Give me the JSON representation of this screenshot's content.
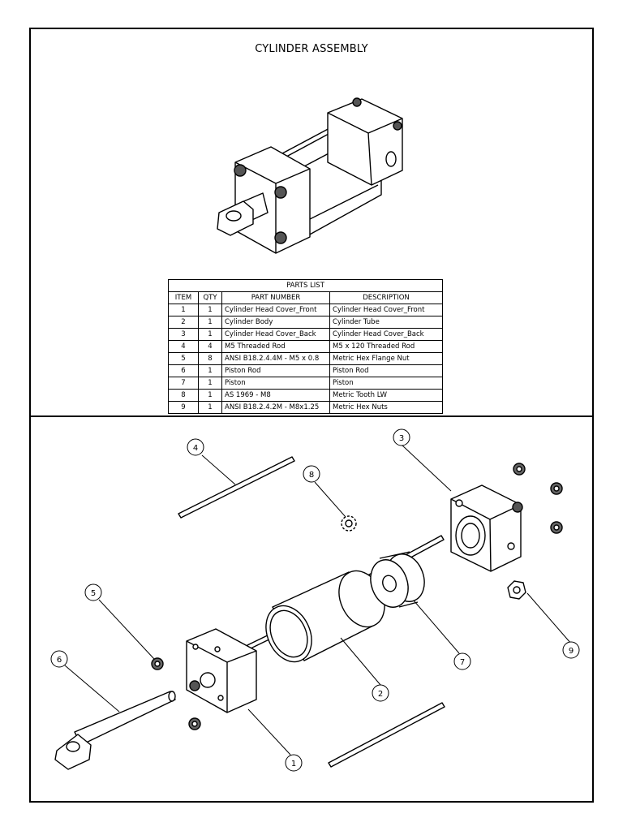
{
  "title": "CYLINDER ASSEMBLY",
  "parts_list": {
    "caption": "PARTS LIST",
    "headers": [
      "ITEM",
      "QTY",
      "PART NUMBER",
      "DESCRIPTION"
    ],
    "rows": [
      [
        "1",
        "1",
        "Cylinder Head Cover_Front",
        "Cylinder Head Cover_Front"
      ],
      [
        "2",
        "1",
        "Cylinder Body",
        "Cylinder Tube"
      ],
      [
        "3",
        "1",
        "Cylinder Head Cover_Back",
        "Cylinder Head Cover_Back"
      ],
      [
        "4",
        "4",
        "M5 Threaded Rod",
        "M5 x 120 Threaded Rod"
      ],
      [
        "5",
        "8",
        "ANSI B18.2.4.4M - M5 x 0.8",
        "Metric Hex Flange Nut"
      ],
      [
        "6",
        "1",
        "Piston Rod",
        "Piston Rod"
      ],
      [
        "7",
        "1",
        "Piston",
        "Piston"
      ],
      [
        "8",
        "1",
        "AS 1969 - M8",
        "Metric Tooth LW"
      ],
      [
        "9",
        "1",
        "ANSI B18.2.4.2M - M8x1.25",
        "Metric Hex Nuts"
      ]
    ]
  },
  "balloons": [
    "1",
    "2",
    "3",
    "4",
    "5",
    "6",
    "7",
    "8",
    "9"
  ]
}
